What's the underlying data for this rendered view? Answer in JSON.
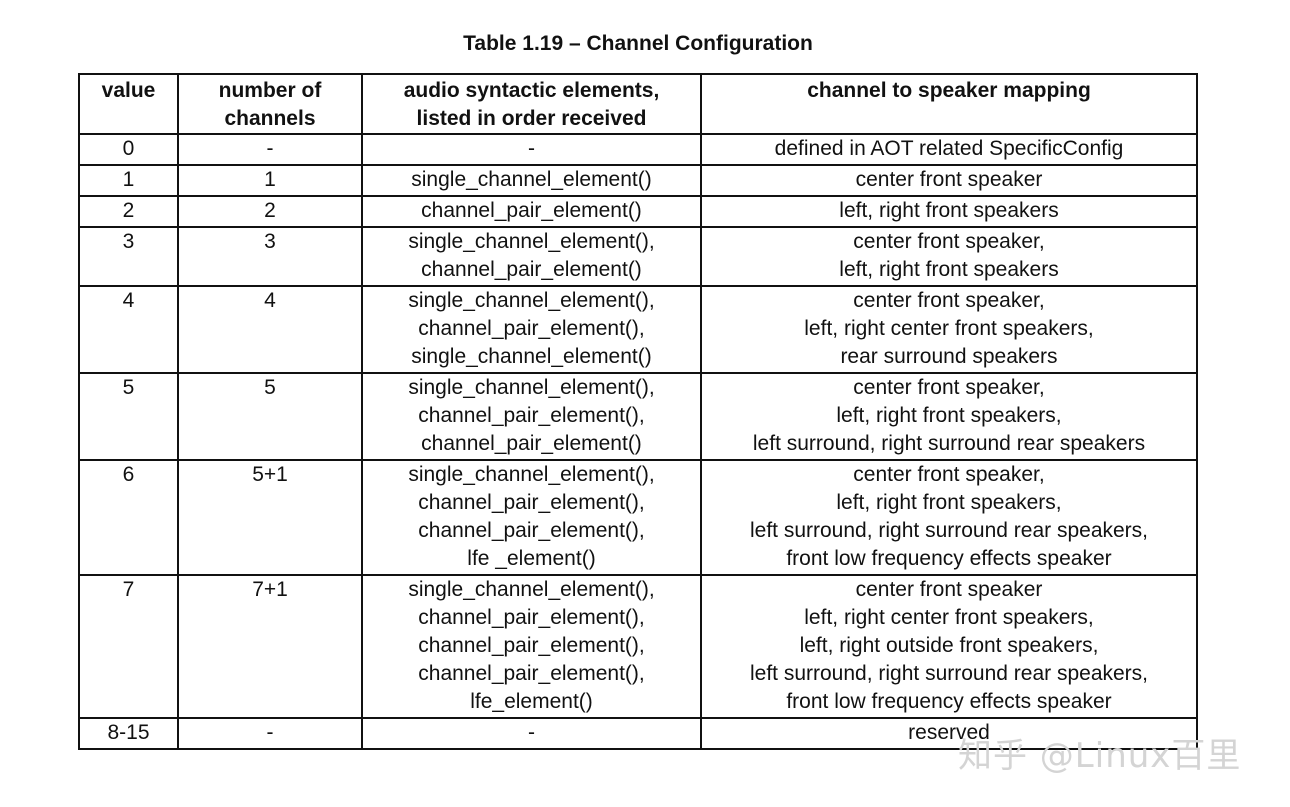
{
  "caption": "Table 1.19 – Channel Configuration",
  "columns": {
    "value": "value",
    "channels": "number of\nchannels",
    "elements": "audio syntactic elements,\nlisted in order received",
    "mapping": "channel to speaker mapping"
  },
  "rows": [
    {
      "value": "0",
      "channels": "-",
      "elements": "-",
      "mapping": "defined in AOT related SpecificConfig"
    },
    {
      "value": "1",
      "channels": "1",
      "elements": "single_channel_element()",
      "mapping": "center front speaker"
    },
    {
      "value": "2",
      "channels": "2",
      "elements": "channel_pair_element()",
      "mapping": "left, right front speakers"
    },
    {
      "value": "3",
      "channels": "3",
      "elements": "single_channel_element(),\nchannel_pair_element()",
      "mapping": "center front speaker,\nleft, right front speakers"
    },
    {
      "value": "4",
      "channels": "4",
      "elements": "single_channel_element(),\nchannel_pair_element(),\nsingle_channel_element()",
      "mapping": "center front speaker,\nleft, right center front speakers,\nrear surround speakers"
    },
    {
      "value": "5",
      "channels": "5",
      "elements": "single_channel_element(),\nchannel_pair_element(),\nchannel_pair_element()",
      "mapping": "center front speaker,\nleft, right front speakers,\nleft surround, right surround rear speakers"
    },
    {
      "value": "6",
      "channels": "5+1",
      "elements": "single_channel_element(),\nchannel_pair_element(),\nchannel_pair_element(),\nlfe _element()",
      "mapping": "center front speaker,\nleft, right front speakers,\nleft surround, right surround rear speakers,\nfront low frequency effects speaker"
    },
    {
      "value": "7",
      "channels": "7+1",
      "elements": "single_channel_element(),\nchannel_pair_element(),\nchannel_pair_element(),\nchannel_pair_element(),\nlfe_element()",
      "mapping": "center front speaker\nleft, right center front speakers,\nleft, right outside front speakers,\nleft surround, right surround rear speakers,\nfront low frequency effects speaker"
    },
    {
      "value": "8-15",
      "channels": "-",
      "elements": "-",
      "mapping": "reserved"
    }
  ],
  "watermark": "知乎 @Linux百里"
}
